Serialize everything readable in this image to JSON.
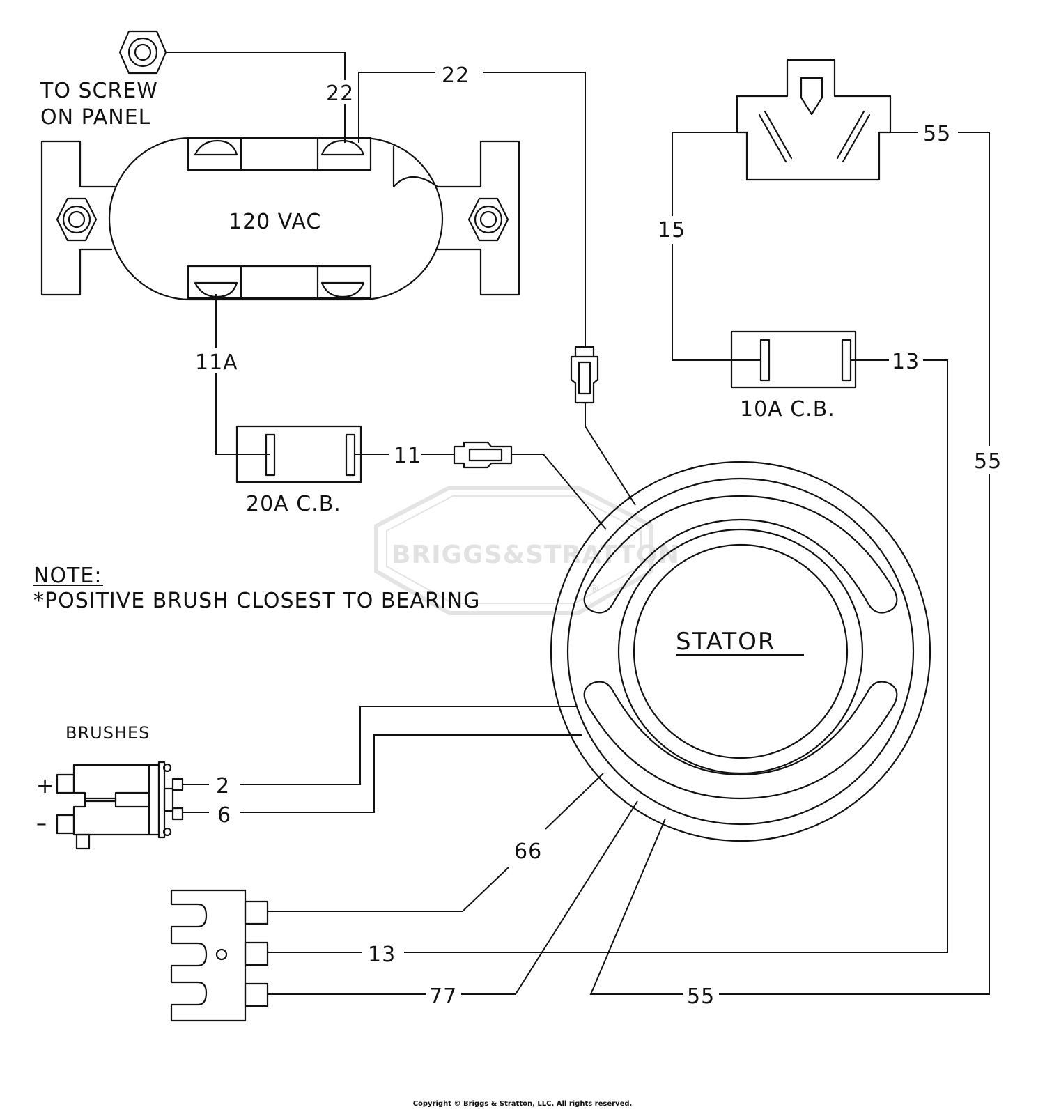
{
  "labels": {
    "screw_line1": "TO SCREW",
    "screw_line2": "ON PANEL",
    "outlet_120": "120 VAC",
    "wire_22_left": "22",
    "wire_22_top": "22",
    "wire_11a": "11A",
    "cb_20a": "20A C.B.",
    "wire_11": "11",
    "cb_10a": "10A C.B.",
    "wire_15": "15",
    "wire_55_top": "55",
    "wire_13_right": "13",
    "wire_55_right": "55",
    "note_title": "NOTE:",
    "note_text": "*POSITIVE BRUSH CLOSEST TO BEARING",
    "stator": "STATOR",
    "brushes": "BRUSHES",
    "plus": "+",
    "minus": "–",
    "wire_2": "2",
    "wire_6": "6",
    "wire_66": "66",
    "wire_13_bottom": "13",
    "wire_77": "77",
    "wire_55_bottom": "55"
  },
  "watermark": {
    "text": "BRIGGS&STRATTON",
    "mark": "®"
  },
  "copyright": "Copyright © Briggs & Stratton, LLC. All rights reserved.",
  "colors": {
    "line": "#111111",
    "watermark": "#e2e2e2",
    "background": "#ffffff"
  }
}
